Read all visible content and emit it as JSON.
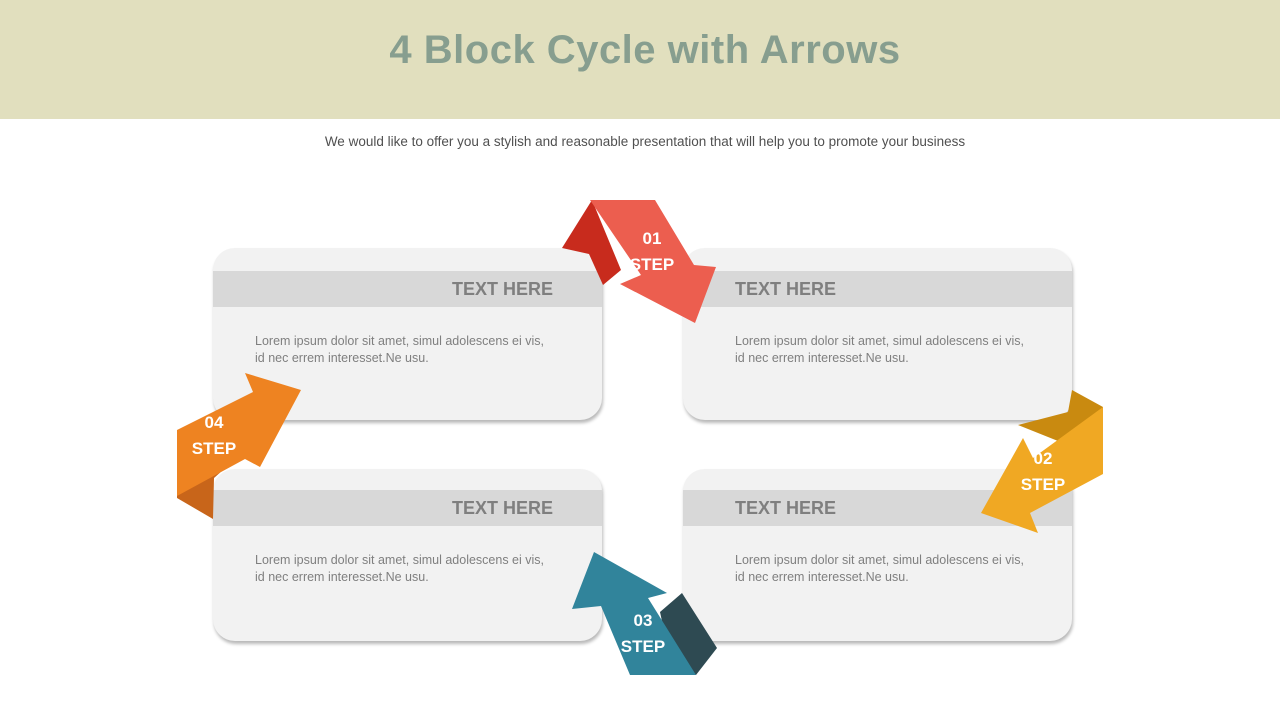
{
  "header": {
    "title": "4 Block Cycle with Arrows",
    "subtitle": "We would like to offer you a stylish and reasonable presentation that will help you to promote your business"
  },
  "blocks": [
    {
      "title": "TEXT HERE",
      "body": "Lorem ipsum dolor sit amet, simul adolescens ei vis, id nec errem interesset.Ne usu."
    },
    {
      "title": "TEXT HERE",
      "body": "Lorem ipsum dolor sit amet, simul adolescens ei vis, id nec errem interesset.Ne usu."
    },
    {
      "title": "TEXT HERE",
      "body": "Lorem ipsum dolor sit amet, simul adolescens ei vis, id nec errem interesset.Ne usu."
    },
    {
      "title": "TEXT HERE",
      "body": "Lorem ipsum dolor sit amet, simul adolescens ei vis, id nec errem interesset.Ne usu."
    }
  ],
  "steps": [
    {
      "number": "01",
      "label": "STEP",
      "color": "#ec5e4f",
      "shade": "#c82b1d"
    },
    {
      "number": "02",
      "label": "STEP",
      "color": "#f0a823",
      "shade": "#c98a10"
    },
    {
      "number": "03",
      "label": "STEP",
      "color": "#31849b",
      "shade": "#2e4a52"
    },
    {
      "number": "04",
      "label": "STEP",
      "color": "#ee8321",
      "shade": "#c8651a"
    }
  ],
  "colors": {
    "header_band": "#e1dfbe",
    "title": "#879e8f",
    "box_fill": "#f2f2f2",
    "box_bar": "#d8d8d8",
    "box_text": "#7f7f7f"
  }
}
